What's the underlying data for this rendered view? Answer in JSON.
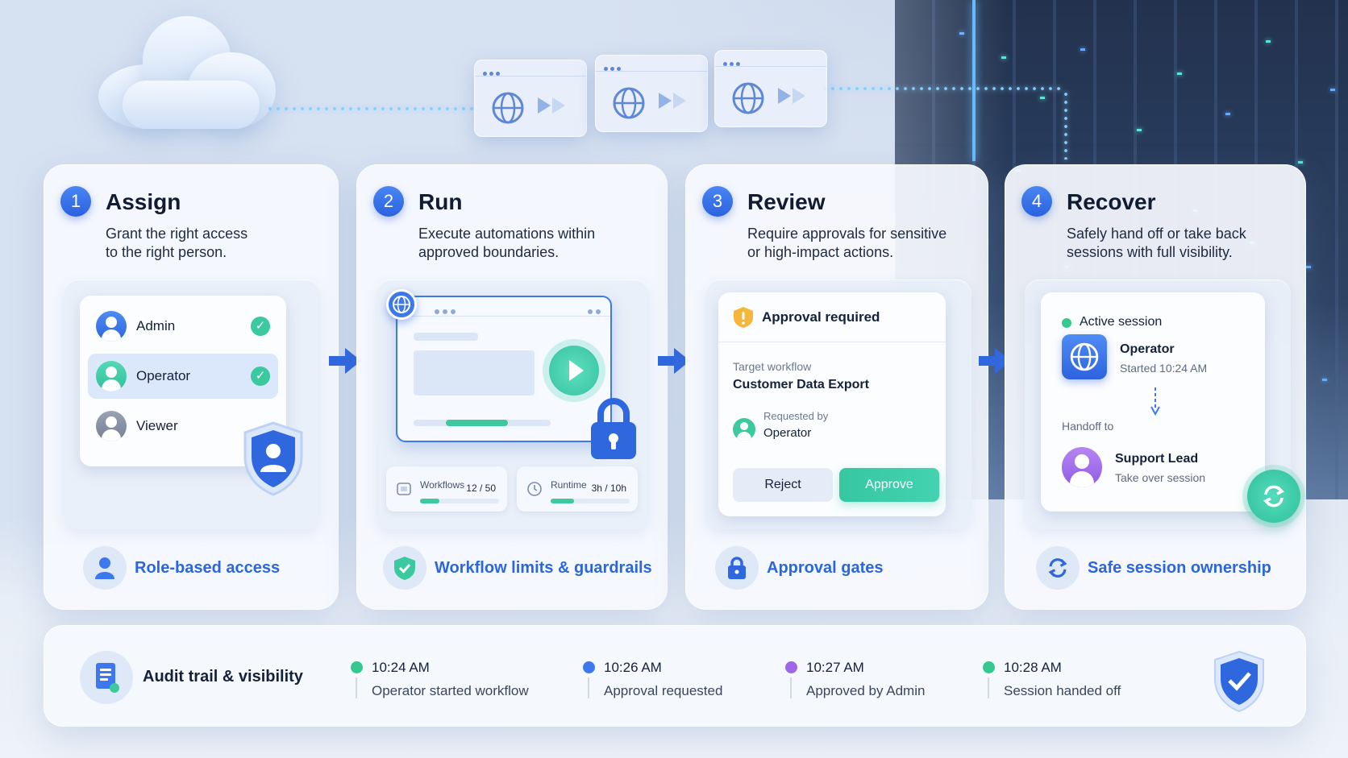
{
  "colors": {
    "accent": "#2a66dd",
    "green": "#3cc9a0",
    "purple": "#a066e8",
    "blue": "#3d78ec"
  },
  "steps": [
    {
      "number": "1",
      "title": "Assign",
      "desc_line1": "Grant the right access",
      "desc_line2": "to the right person.",
      "footer": "Role-based access",
      "footer_icon": "user-icon",
      "roles": [
        {
          "name": "Admin",
          "checked": true
        },
        {
          "name": "Operator",
          "checked": true,
          "selected": true
        },
        {
          "name": "Viewer",
          "checked": false
        }
      ]
    },
    {
      "number": "2",
      "title": "Run",
      "desc_line1": "Execute automations within",
      "desc_line2": "approved boundaries.",
      "footer": "Workflow limits & guardrails",
      "footer_icon": "shield-check-icon",
      "stats": [
        {
          "label": "Workflows",
          "value": "12 / 50",
          "fill": 0.24
        },
        {
          "label": "Runtime",
          "value": "3h / 10h",
          "fill": 0.3
        }
      ],
      "progress": 0.45
    },
    {
      "number": "3",
      "title": "Review",
      "desc_line1": "Require approvals for sensitive",
      "desc_line2": "or high-impact actions.",
      "footer": "Approval gates",
      "footer_icon": "lock-icon",
      "approval": {
        "heading": "Approval required",
        "target_label": "Target workflow",
        "target_value": "Customer Data Export",
        "requested_label": "Requested by",
        "requested_value": "Operator",
        "reject": "Reject",
        "approve": "Approve"
      }
    },
    {
      "number": "4",
      "title": "Recover",
      "desc_line1": "Safely hand off or take back",
      "desc_line2": "sessions with full visibility.",
      "footer": "Safe session ownership",
      "footer_icon": "refresh-icon",
      "session": {
        "status": "Active session",
        "owner": "Operator",
        "started": "Started 10:24 AM",
        "handoff_label": "Handoff to",
        "handoff_to": "Support Lead",
        "handoff_action": "Take over session"
      }
    }
  ],
  "audit": {
    "title": "Audit trail & visibility",
    "events": [
      {
        "time": "10:24 AM",
        "text": "Operator started workflow",
        "color": "#35c98f"
      },
      {
        "time": "10:26 AM",
        "text": "Approval requested",
        "color": "#3d78ec"
      },
      {
        "time": "10:27 AM",
        "text": "Approved by Admin",
        "color": "#a066e8"
      },
      {
        "time": "10:28 AM",
        "text": "Session handed off",
        "color": "#35c98f"
      }
    ]
  }
}
